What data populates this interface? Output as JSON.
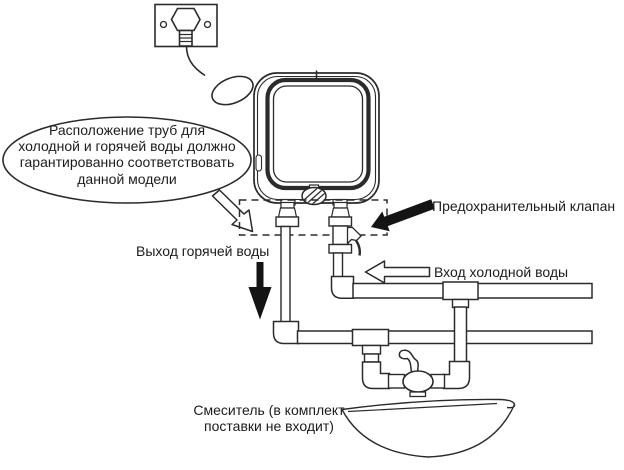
{
  "diagram": {
    "title": "Water heater installation diagram",
    "callout": {
      "line1": "Расположение труб для",
      "line2": "холодной и горячей воды должно",
      "line3": "гарантированно соответствовать",
      "line4": "данной модели"
    },
    "labels": {
      "safety_valve": "Предохранительный клапан",
      "hot_water_outlet": "Выход горячей воды",
      "cold_water_inlet": "Вход холодной воды",
      "mixer_line1": "Смеситель (в комплект",
      "mixer_line2": "поставки не входит)"
    },
    "icons": [
      "power-outlet-plug-icon",
      "power-cord-icon",
      "water-heater-icon",
      "safety-valve-icon",
      "pipe-network-icon",
      "mixer-tap-icon",
      "sink-basin-icon",
      "down-arrow-icon",
      "left-arrow-icon",
      "diagonal-arrow-icon",
      "callout-arrow-icon"
    ],
    "colors": {
      "line": "#2b2b2b",
      "arrow_fill": "#141414",
      "background": "#ffffff"
    }
  }
}
